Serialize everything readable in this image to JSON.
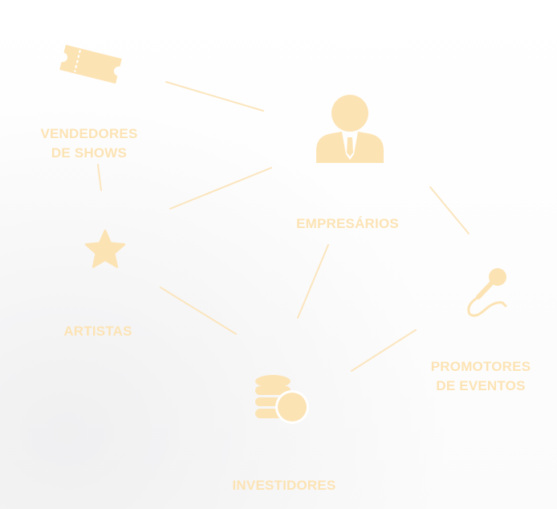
{
  "colors": {
    "accent": "#FCE3B4",
    "line": "#FBE5BD"
  },
  "nodes": {
    "vendedores": {
      "line1": "VENDEDORES",
      "line2": "DE SHOWS",
      "icon": "ticket-icon"
    },
    "empresarios": {
      "label": "EMPRESÁRIOS",
      "icon": "businessman-icon"
    },
    "artistas": {
      "label": "ARTISTAS",
      "icon": "star-icon"
    },
    "promotores": {
      "line1": "PROMOTORES",
      "line2": "DE EVENTOS",
      "icon": "microphone-icon"
    },
    "investidores": {
      "label": "INVESTIDORES",
      "icon": "coins-icon"
    }
  }
}
